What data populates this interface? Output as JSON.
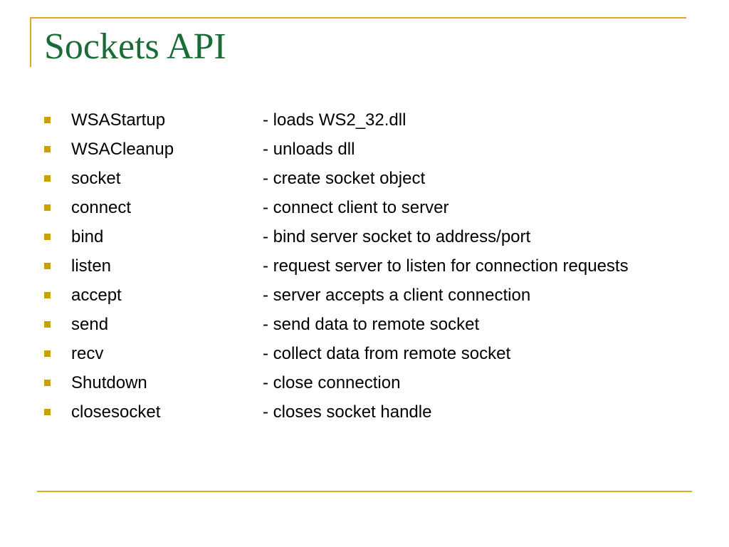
{
  "title": "Sockets API",
  "colors": {
    "accent_rule": "#DDAA22",
    "bullet": "#C9A100",
    "title": "#1A6B38"
  },
  "bullets": [
    {
      "term": "WSAStartup",
      "desc": "- loads WS2_32.dll"
    },
    {
      "term": "WSACleanup",
      "desc": "- unloads dll"
    },
    {
      "term": "socket",
      "desc": "- create socket object"
    },
    {
      "term": "connect",
      "desc": "- connect client to server"
    },
    {
      "term": "bind",
      "desc": "- bind server socket to address/port"
    },
    {
      "term": "listen",
      "desc": "- request server to listen for connection requests"
    },
    {
      "term": "accept",
      "desc": "- server accepts a client connection"
    },
    {
      "term": "send",
      "desc": "- send data to remote socket"
    },
    {
      "term": "recv",
      "desc": "- collect data from remote socket"
    },
    {
      "term": "Shutdown",
      "desc": "- close connection"
    },
    {
      "term": "closesocket",
      "desc": "- closes socket handle"
    }
  ]
}
